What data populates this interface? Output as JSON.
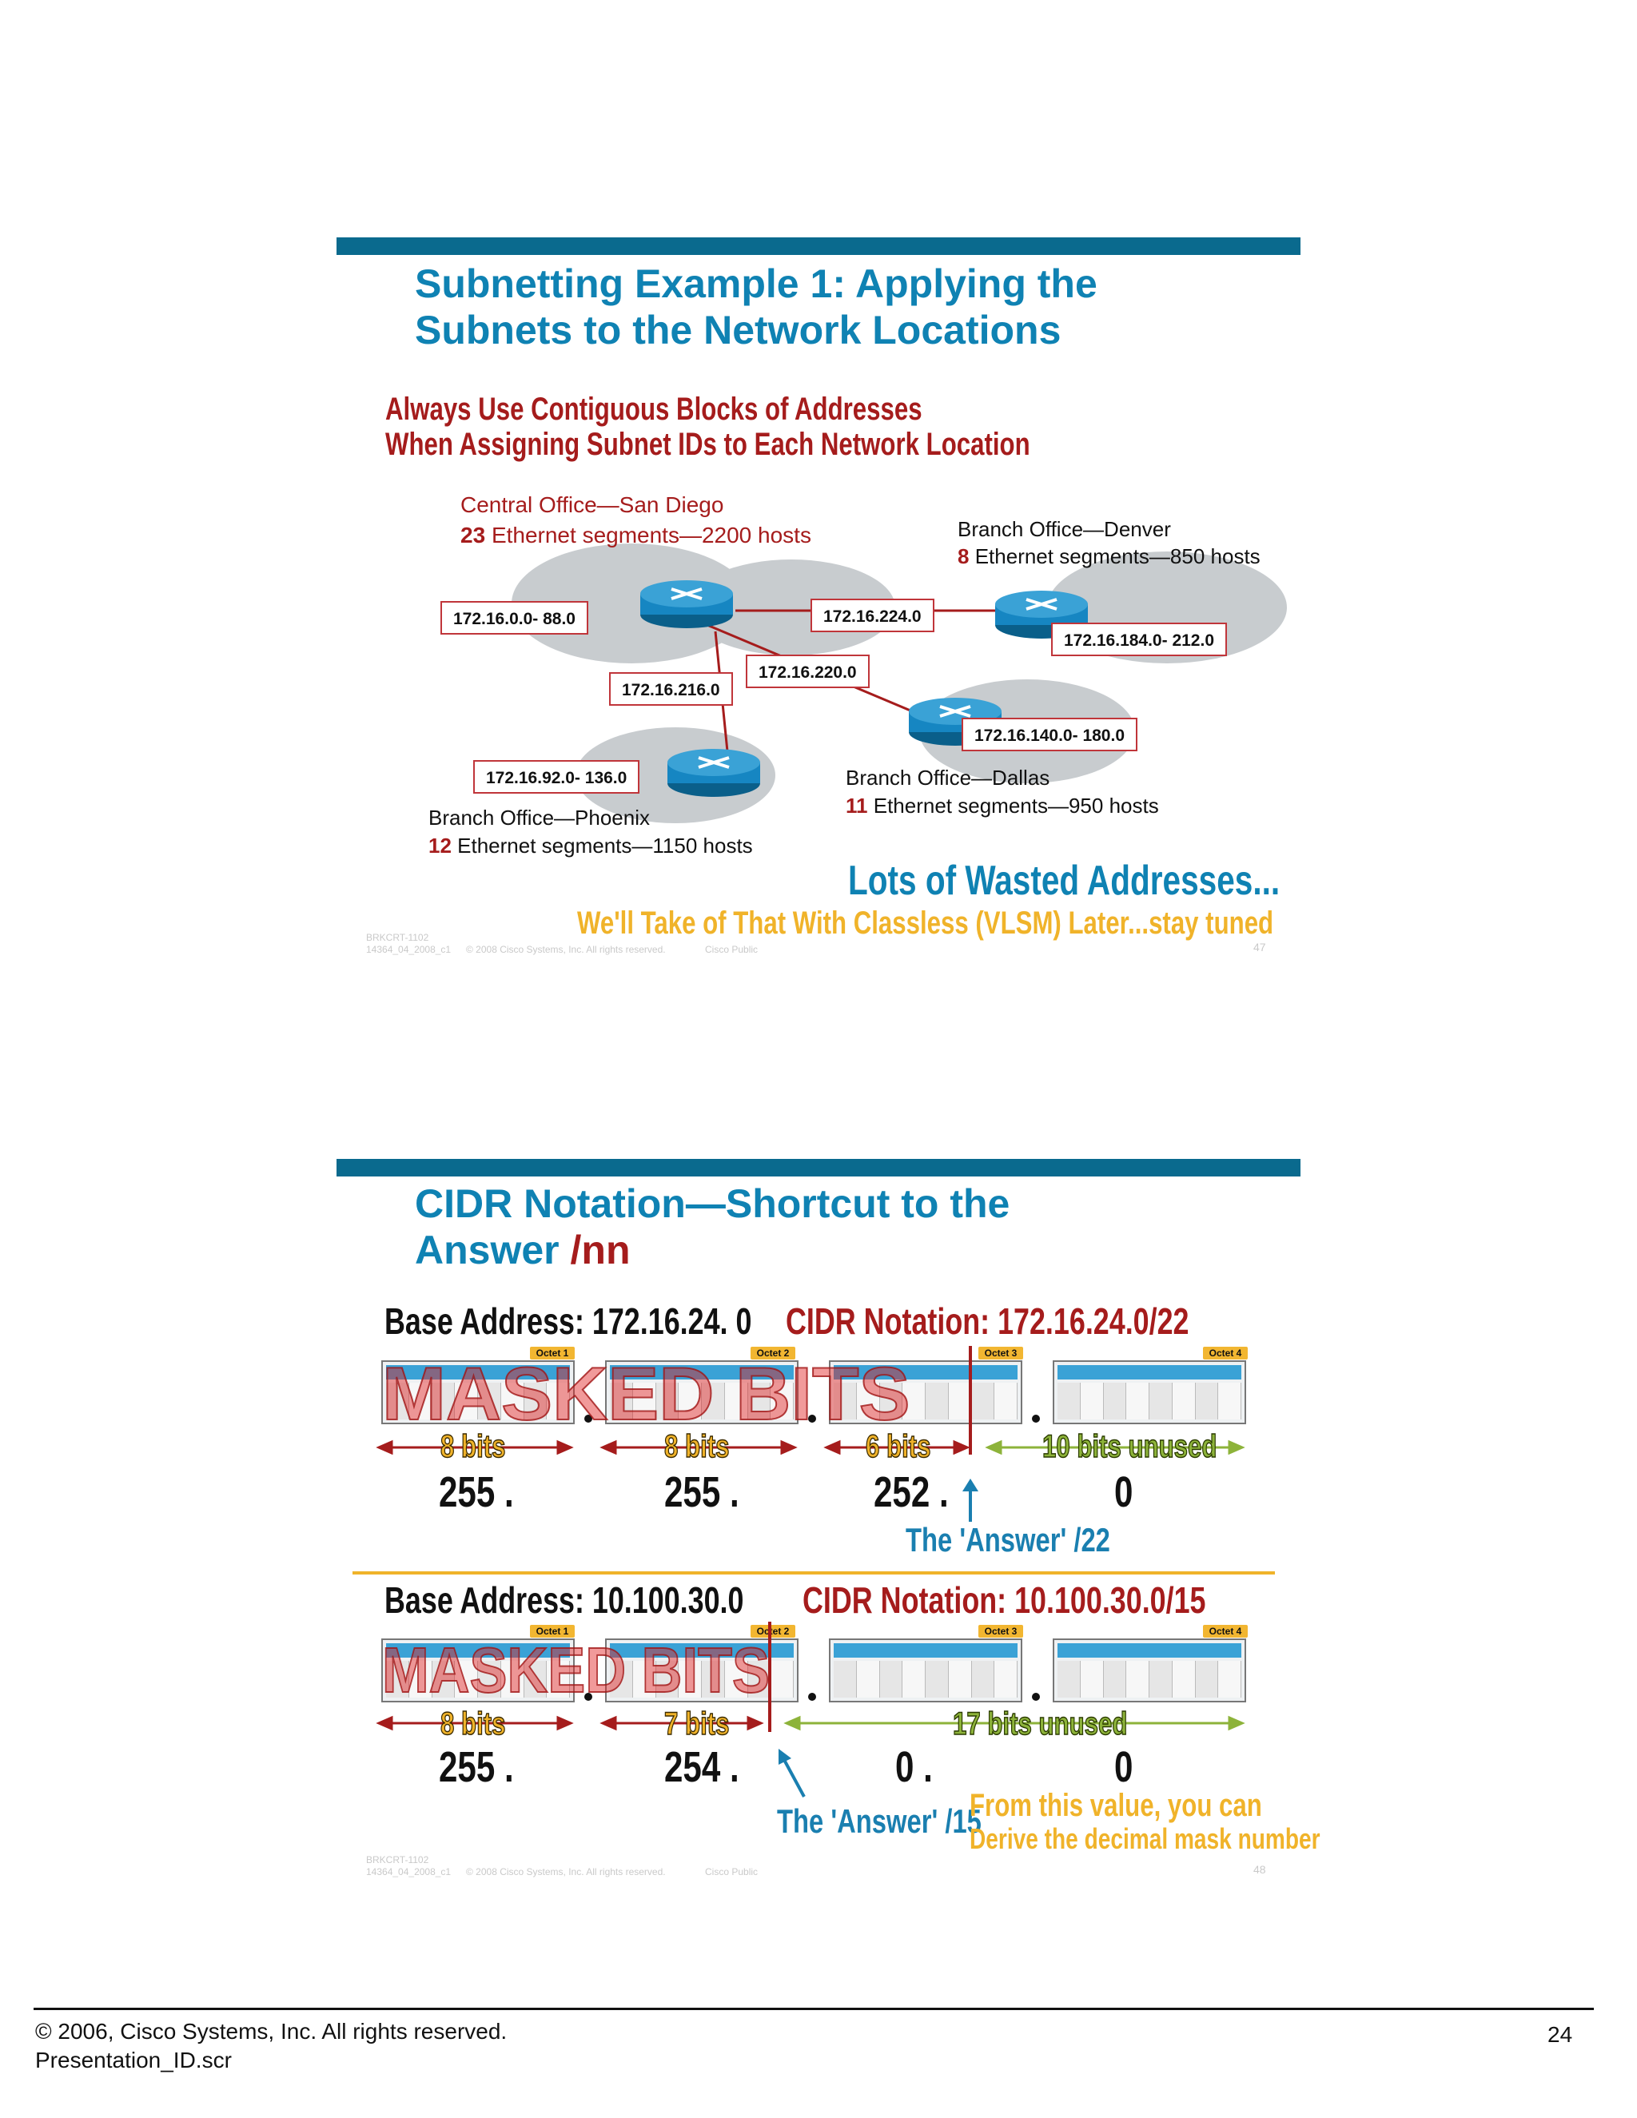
{
  "slide1": {
    "title": "Subnetting Example 1: Applying the\nSubnets to the Network Locations",
    "subhead_1": "Always Use Contiguous Blocks of Addresses",
    "subhead_2": "When Assigning Subnet IDs to Each Network Location",
    "central": {
      "name": "Central Office—San Diego",
      "count": "23",
      "detail": "Ethernet segments—2200 hosts",
      "range": "172.16.0.0- 88.0"
    },
    "denver": {
      "name": "Branch Office—Denver",
      "count": "8",
      "detail": "Ethernet segments—850 hosts",
      "range": "172.16.184.0- 212.0"
    },
    "dallas": {
      "name": "Branch Office—Dallas",
      "count": "11",
      "detail": "Ethernet segments—950 hosts",
      "range": "172.16.140.0- 180.0"
    },
    "phoenix": {
      "name": "Branch Office—Phoenix",
      "count": "12",
      "detail": "Ethernet segments—1150 hosts",
      "range": "172.16.92.0- 136.0"
    },
    "links": {
      "denver": "172.16.224.0",
      "dallas": "172.16.220.0",
      "phoenix": "172.16.216.0"
    },
    "wasted": "Lots of Wasted Addresses...",
    "later": "We'll Take of That With Classless (VLSM) Later...stay tuned",
    "footer_code": "BRKCRT-1102",
    "footer_id": "14364_04_2008_c1",
    "footer_copy": "© 2008 Cisco Systems, Inc. All rights reserved.",
    "footer_public": "Cisco Public",
    "page": "47"
  },
  "slide2": {
    "title_main": "CIDR Notation—Shortcut to the\nAnswer ",
    "title_accent": "/nn",
    "example1": {
      "base": "Base Address:  172.16.24. 0",
      "cidr": "CIDR Notation: 172.16.24.0/22",
      "octets": [
        "Octet 1",
        "Octet 2",
        "Octet 3",
        "Octet 4"
      ],
      "masked": "MASKED BITS",
      "bits": [
        "8 bits",
        "8 bits",
        "6 bits",
        "10 bits unused"
      ],
      "mask": [
        "255 .",
        "255 .",
        "252 .",
        "0"
      ],
      "answer": "The 'Answer' /22"
    },
    "example2": {
      "base": "Base Address:  10.100.30.0",
      "cidr": "CIDR Notation: 10.100.30.0/15",
      "octets": [
        "Octet 1",
        "Octet 2",
        "Octet 3",
        "Octet 4"
      ],
      "masked": "MASKED BITS",
      "bits": [
        "8 bits",
        "7 bits",
        "17 bits unused"
      ],
      "mask": [
        "255 .",
        "254 .",
        "0 .",
        "0"
      ],
      "answer": "The 'Answer' /15",
      "note_1": "From this value, you can",
      "note_2": "Derive the decimal mask number"
    },
    "footer_code": "BRKCRT-1102",
    "footer_id": "14364_04_2008_c1",
    "footer_copy": "© 2008 Cisco Systems, Inc. All rights reserved.",
    "footer_public": "Cisco Public",
    "page": "48"
  },
  "page_footer": {
    "copyright": "© 2006, Cisco Systems, Inc. All rights reserved.",
    "file": "Presentation_ID.scr",
    "page_number": "24"
  },
  "colors": {
    "title_blue": "#0f82b3",
    "accent_red": "#a51c1c",
    "bar_blue": "#0a6a8e",
    "gold": "#f0b32a",
    "green": "#8db33a"
  }
}
